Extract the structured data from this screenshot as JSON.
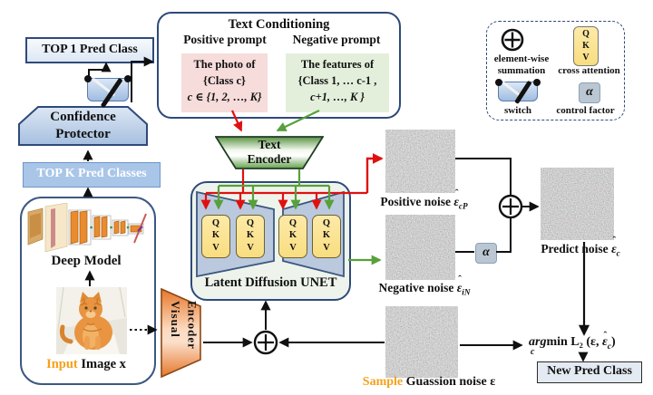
{
  "predictor": {
    "top1_label": "TOP 1 Pred Class",
    "confidence_l1": "Confidence",
    "confidence_l2": "Protector",
    "topk_label": "TOP K Pred Classes"
  },
  "input_branch": {
    "deep_model_label": "Deep Model",
    "input_word": "Input",
    "image_word": "Image x",
    "visual_encoder_l1": "Visual",
    "visual_encoder_l2": "Encoder"
  },
  "text_conditioning": {
    "title": "Text Conditioning",
    "positive_header": "Positive prompt",
    "negative_header": "Negative prompt",
    "positive_l1": "The photo of",
    "positive_l2": "{Class c}",
    "positive_l3": "c ∈  {1, 2, …, K}",
    "negative_l1": "The features of",
    "negative_l2": "{Class 1, … c-1 ,",
    "negative_l3": "c+1, …, K }"
  },
  "text_encoder": {
    "l1": "Text",
    "l2": "Encoder"
  },
  "unet": {
    "label": "Latent Diffusion UNET",
    "qkv_q": "Q",
    "qkv_k": "K",
    "qkv_v": "V"
  },
  "symbols": {
    "hat": "ˆ",
    "epsilon": "ε"
  },
  "noises": {
    "positive_prefix": "Positive noise",
    "positive_sub": "cP",
    "negative_prefix": "Negative noise",
    "negative_sub": "iN",
    "predict_prefix": "Predict noise",
    "predict_sub": "c",
    "sample_word": "Sample",
    "sample_rest": "Guassion noise ε"
  },
  "objective": {
    "argmin_italic": "arg",
    "argmin_rest": "min",
    "argmin_sub": "c",
    "loss": "L₂",
    "paren": " (ε, ",
    "eps_sub": "c",
    "paren_close": ")",
    "new_pred_label": "New Pred Class"
  },
  "legend": {
    "sum_l1": "element-wise",
    "sum_l2": "summation",
    "cross_attention": "cross attention",
    "switch": "switch",
    "alpha": "α",
    "control_factor": "control factor"
  },
  "colors": {
    "accent_red": "#e01010",
    "accent_green": "#57a03a",
    "positive_box": "#f6dcda",
    "negative_box": "#e3efdb",
    "qkv_fill": "#f8dd80",
    "orange_text": "#f5a11c"
  }
}
